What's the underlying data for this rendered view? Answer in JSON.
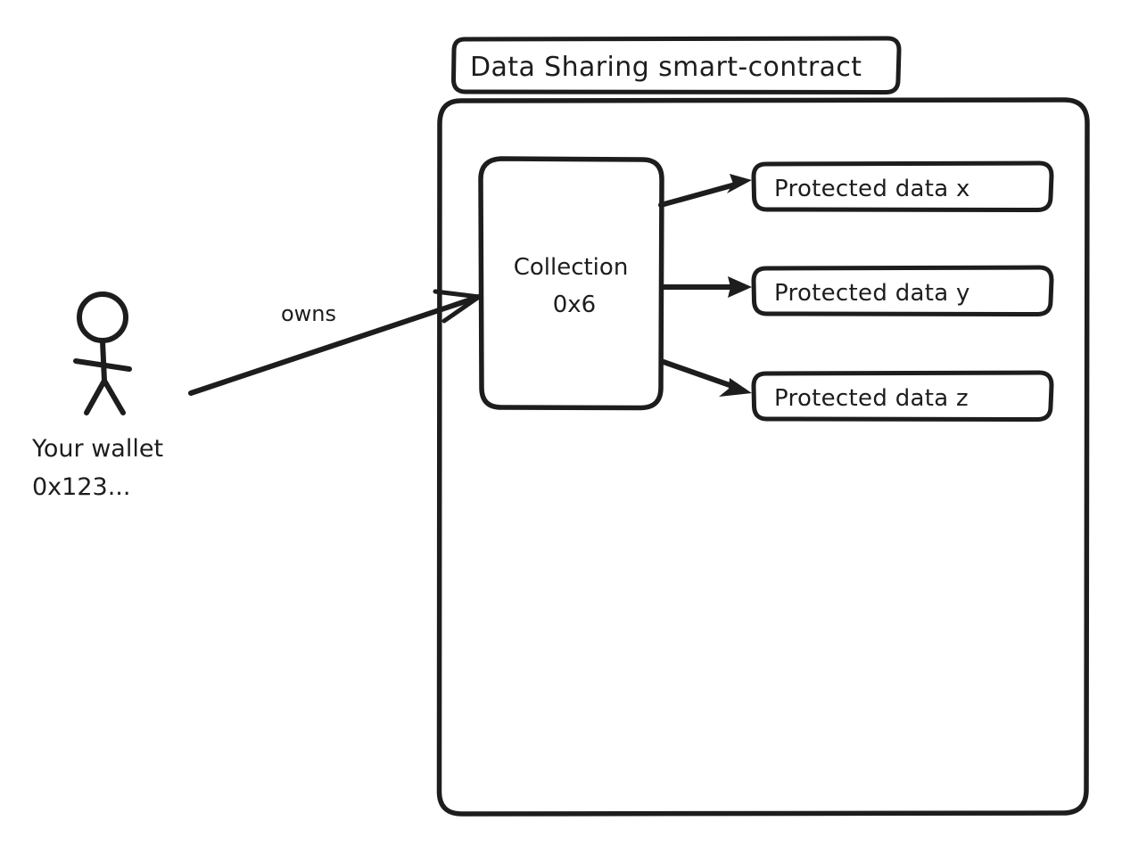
{
  "diagram": {
    "title": "Data Sharing smart-contract",
    "background_color": "#ffffff",
    "ink_color": "#1d1d1d",
    "contract_container": {
      "label": "Data Sharing smart-contract",
      "shape": "rounded-rectangle"
    },
    "actor": {
      "icon": "stick-figure-person",
      "label_line1": "Your wallet",
      "label_line2": "0x123..."
    },
    "relationship": {
      "label": "owns",
      "from": "Your wallet 0x123...",
      "to": "Collection 0x6",
      "arrowhead": "open"
    },
    "collection": {
      "label_line1": "Collection",
      "label_line2": "0x6"
    },
    "protected_items": [
      {
        "label": "Protected data x",
        "arrowhead": "filled"
      },
      {
        "label": "Protected data y",
        "arrowhead": "filled"
      },
      {
        "label": "Protected data z",
        "arrowhead": "filled"
      }
    ]
  }
}
